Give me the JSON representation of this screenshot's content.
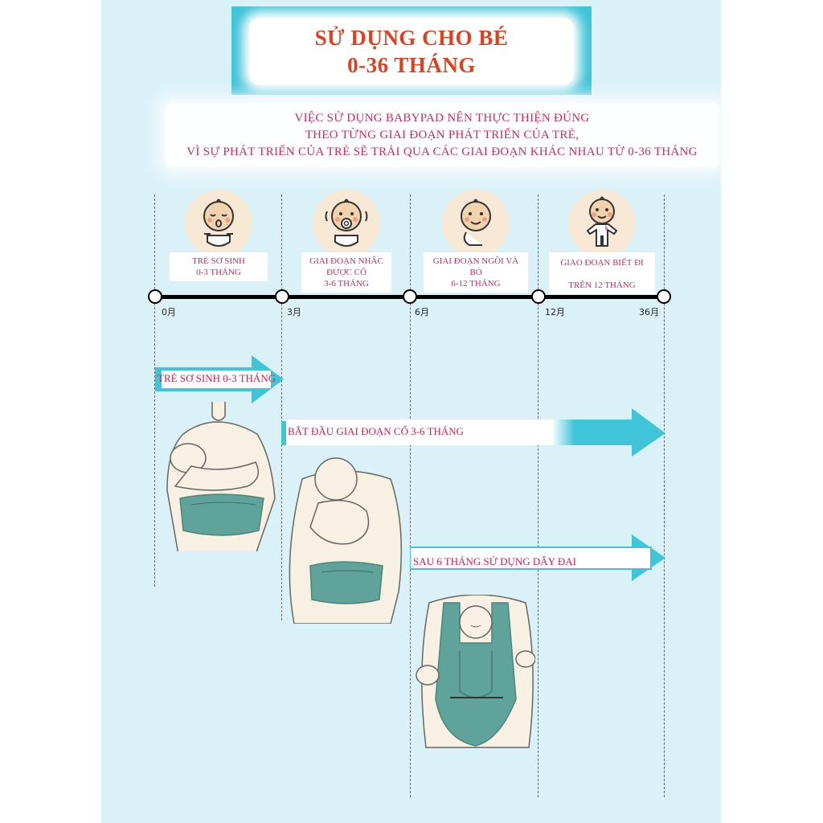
{
  "title": {
    "line1": "SỬ DỤNG CHO BÉ",
    "line2": "0-36 THÁNG"
  },
  "intro": {
    "line1": "VIỆC SỬ DỤNG BABYPAD NÊN THỰC THIỆN ĐÚNG",
    "line2": "THEO TỪNG GIAI ĐOẠN PHÁT TRIỂN CỦA TRẺ,",
    "line3": "VÌ SỰ PHÁT TRIỂN CỦA TRẺ SẼ TRẢI QUA CÁC GIAI ĐOẠN KHÁC NHAU TỪ 0-36 THÁNG"
  },
  "stages": [
    {
      "icon": "sleeping-baby-icon",
      "line1": "TRẺ SƠ SINH",
      "line2": "0-3 THÁNG",
      "line3": ""
    },
    {
      "icon": "baby-pacifier-icon",
      "line1": "GIAI ĐOẠN NHẤC",
      "line2": "ĐƯỢC CỔ",
      "line3": "3-6 THÁNG"
    },
    {
      "icon": "sitting-baby-icon",
      "line1": "GIAI ĐOẠN NGỒI VÀ",
      "line2": "BÒ",
      "line3": "6-12 THÁNG"
    },
    {
      "icon": "standing-baby-icon",
      "line1": "GIAO ĐOẠN BIẾT ĐI",
      "line2": "",
      "line3": "TRÊN 12 THÁNG"
    }
  ],
  "timeline": {
    "ticks": [
      "0月",
      "3月",
      "6月",
      "12月",
      "36月"
    ]
  },
  "arrows": [
    {
      "label": "TRẺ SƠ SINH 0-3 THÁNG"
    },
    {
      "label": "BẮT ĐẦU GIAI ĐOẠN CỔ 3-6 THÁNG"
    },
    {
      "label": "SAU 6 THÁNG SỬ DỤNG DÂY ĐAI"
    }
  ],
  "colors": {
    "panel": "#dbf1f8",
    "accent": "#3fc4d8",
    "title_text": "#e0401f",
    "body_text": "#d6275f",
    "carrier": "#5fa39a"
  }
}
